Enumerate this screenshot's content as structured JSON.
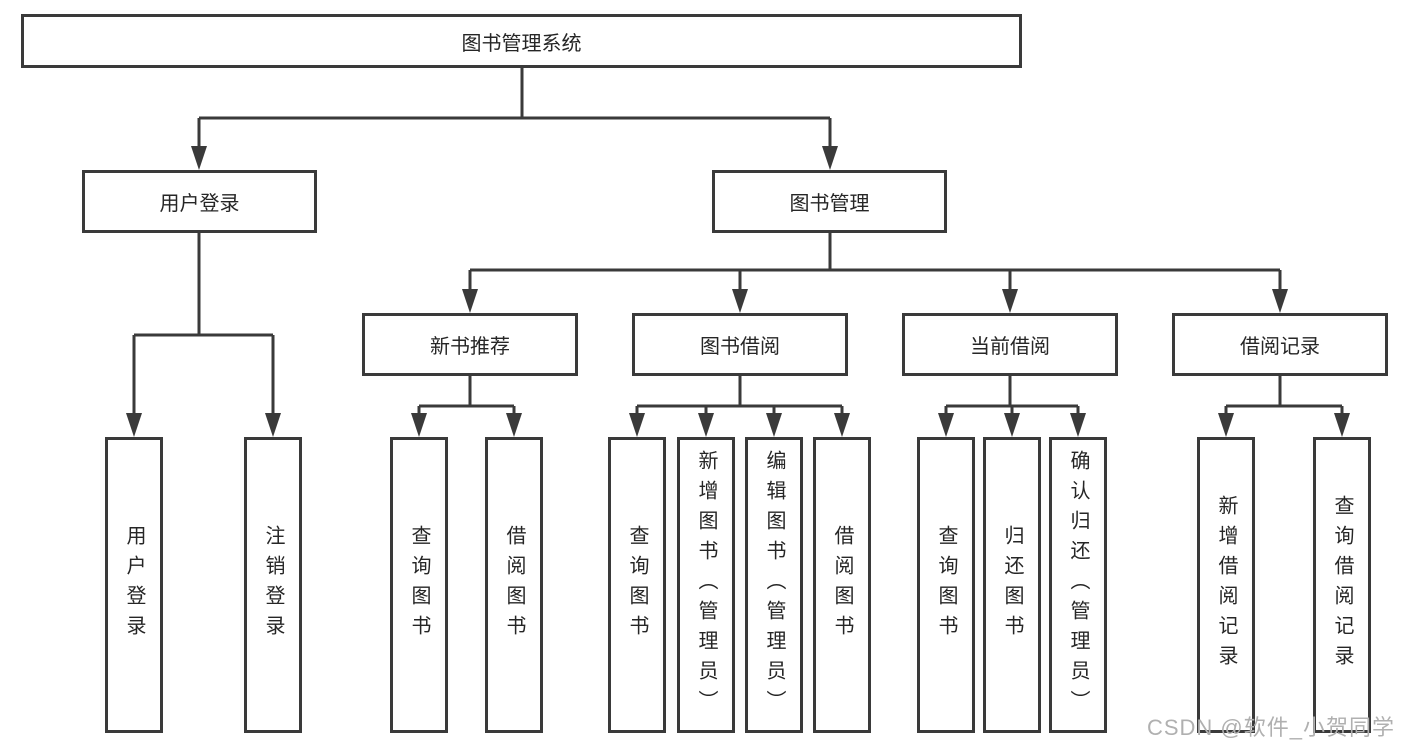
{
  "diagram": {
    "root": {
      "label": "图书管理系统"
    },
    "branches": [
      {
        "label": "用户登录",
        "children": [
          {
            "label": "用户登录"
          },
          {
            "label": "注销登录"
          }
        ]
      },
      {
        "label": "图书管理",
        "groups": [
          {
            "label": "新书推荐",
            "children": [
              {
                "label": "查询图书"
              },
              {
                "label": "借阅图书"
              }
            ]
          },
          {
            "label": "图书借阅",
            "children": [
              {
                "label": "查询图书"
              },
              {
                "label": "新增图书（管理员）"
              },
              {
                "label": "编辑图书（管理员）"
              },
              {
                "label": "借阅图书"
              }
            ]
          },
          {
            "label": "当前借阅",
            "children": [
              {
                "label": "查询图书"
              },
              {
                "label": "归还图书"
              },
              {
                "label": "确认归还（管理员）"
              }
            ]
          },
          {
            "label": "借阅记录",
            "children": [
              {
                "label": "新增借阅记录"
              },
              {
                "label": "查询借阅记录"
              }
            ]
          }
        ]
      }
    ]
  },
  "watermark": {
    "text": "CSDN @软件_小贺同学"
  },
  "colors": {
    "line": "#3a3a3a",
    "background": "#ffffff",
    "text": "#262626",
    "watermark": "#b0b0b0"
  }
}
